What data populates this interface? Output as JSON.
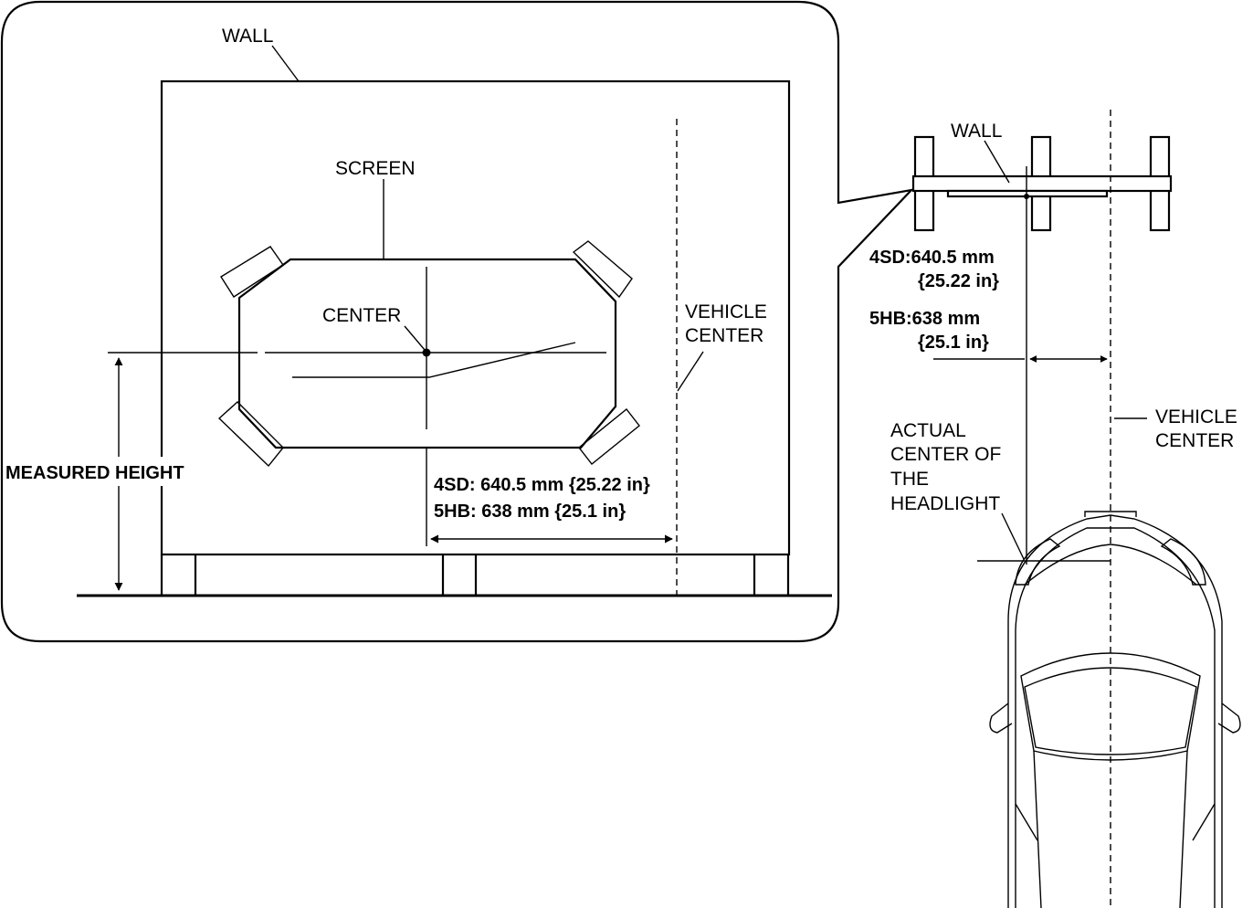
{
  "labels": {
    "wall_main": "WALL",
    "screen": "SCREEN",
    "center": "CENTER",
    "vehicle_center_main_line1": "VEHICLE",
    "vehicle_center_main_line2": "CENTER",
    "measured_height": "MEASURED HEIGHT",
    "offset_4sd_main": "4SD: 640.5 mm {25.22 in}",
    "offset_5hb_main": "5HB: 638 mm {25.1 in}",
    "wall_top": "WALL",
    "top_4sd_line1": "4SD:640.5 mm",
    "top_4sd_line2": "{25.22 in}",
    "top_5hb_line1": "5HB:638 mm",
    "top_5hb_line2": "{25.1 in}",
    "vehicle_center_side_line1": "VEHICLE",
    "vehicle_center_side_line2": "CENTER",
    "headlight_line1": "ACTUAL",
    "headlight_line2": "CENTER OF",
    "headlight_line3": "THE",
    "headlight_line4": "HEADLIGHT"
  }
}
